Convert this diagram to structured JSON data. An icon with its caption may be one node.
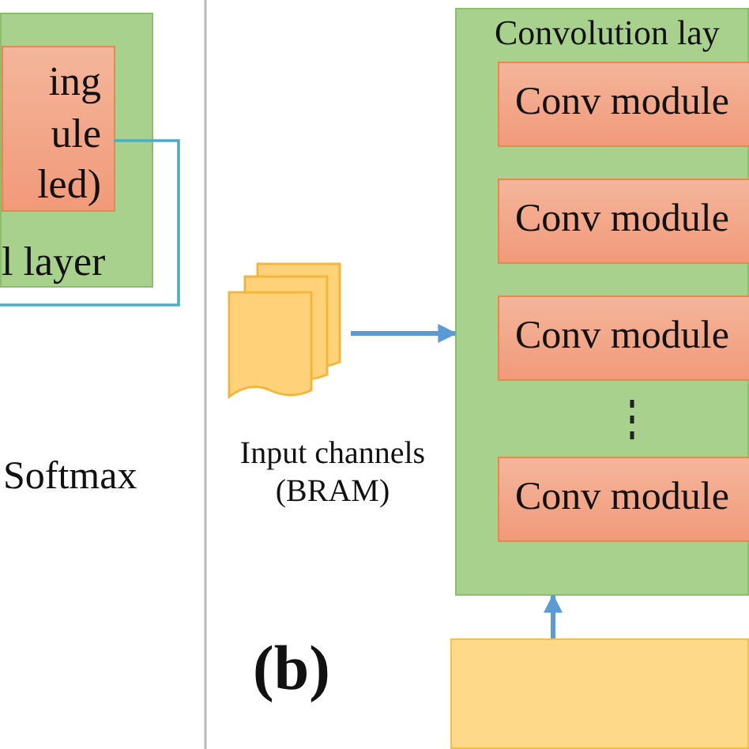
{
  "diagram": {
    "nodes": [
      {
        "text": [
          "l layer"
        ]
      },
      {
        "text": [
          "ing ule led)"
        ],
        "in": 0
      },
      {
        "text": [],
        "shape": "document",
        "beside": [
          "Input channels (BRAM)"
        ]
      },
      {
        "text": [
          "Convolution lay"
        ]
      },
      {
        "text": [
          "Conv module"
        ],
        "in": 3
      },
      {
        "text": [
          "Conv module"
        ],
        "in": 3
      },
      {
        "text": [
          "Conv module"
        ],
        "in": 3
      },
      {
        "text": [
          "Conv module"
        ],
        "in": 3
      },
      {
        "text": [],
        "shape": "box"
      }
    ],
    "edges": [
      {
        "from": 1,
        "to": null,
        "arrow": "none",
        "color": "#4bacc6"
      },
      {
        "from": 2,
        "to": 3,
        "arrow": "to"
      },
      {
        "from": 8,
        "to": 3,
        "arrow": "to"
      }
    ],
    "labels": [
      "Softmax",
      "(b)"
    ]
  }
}
